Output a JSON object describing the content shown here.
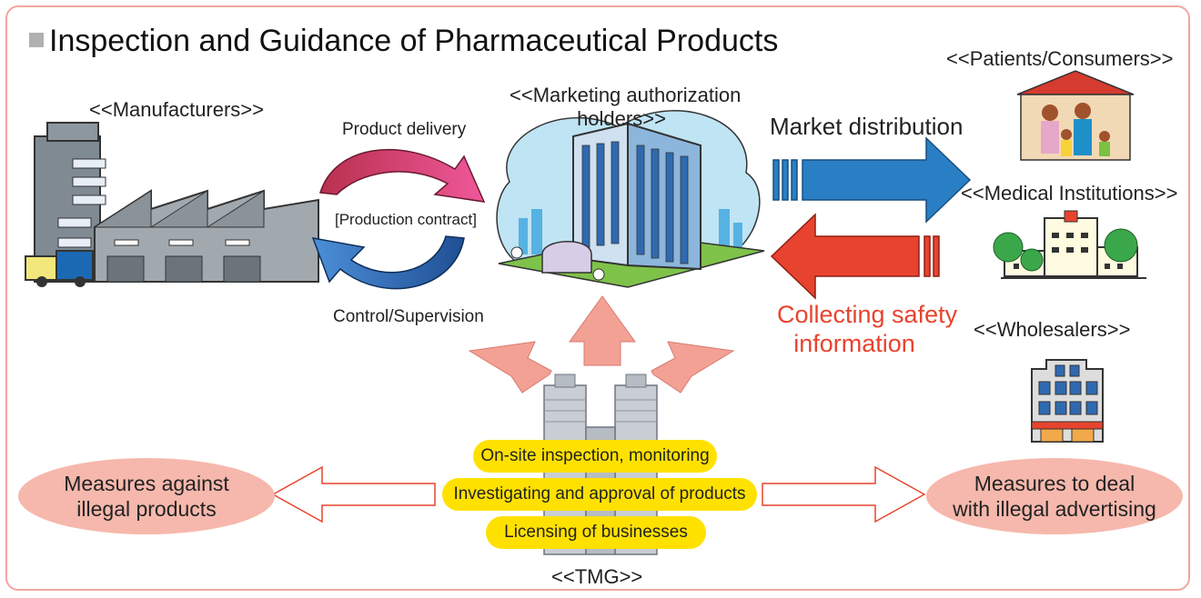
{
  "title": "Inspection and Guidance of Pharmaceutical Products",
  "nodes": {
    "manufacturers": "<<Manufacturers>>",
    "marketing_holders_line1": "<<Marketing authorization",
    "marketing_holders_line2": "holders>>",
    "patients": "<<Patients/Consumers>>",
    "medical": "<<Medical Institutions>>",
    "wholesalers": "<<Wholesalers>>",
    "tmg": "<<TMG>>"
  },
  "relations": {
    "product_delivery": "Product delivery",
    "production_contract": "[Production contract]",
    "control_supervision": "Control/Supervision",
    "market_distribution": "Market distribution",
    "collecting_safety_line1": "Collecting safety",
    "collecting_safety_line2": "information"
  },
  "tmg_actions": [
    "On-site inspection, monitoring",
    "Investigating and approval of products",
    "Licensing of businesses"
  ],
  "measures": {
    "illegal_products_line1": "Measures against",
    "illegal_products_line2": "illegal products",
    "illegal_ads_line1": "Measures to deal",
    "illegal_ads_line2": "with illegal advertising"
  },
  "colors": {
    "frame": "#f2a6a0",
    "delivery_arrow": "#d93c6a",
    "supervision_arrow": "#2d63a8",
    "distribution_arrow": "#2a7fc4",
    "safety_arrow": "#e8432e",
    "safety_text": "#e8432e",
    "tmg_arrows": "#f4a195",
    "pill": "#ffe100",
    "ellipse": "#f6b8ac"
  }
}
